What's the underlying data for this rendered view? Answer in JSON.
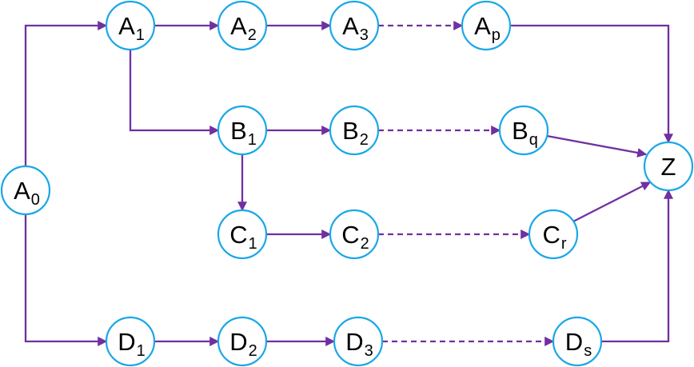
{
  "diagram": {
    "colors": {
      "node_border": "#1aa7e8",
      "edge": "#7030a0",
      "text": "#000000",
      "background": "#ffffff"
    },
    "nodes": [
      {
        "id": "A0",
        "base": "A",
        "sub": "0"
      },
      {
        "id": "A1",
        "base": "A",
        "sub": "1"
      },
      {
        "id": "A2",
        "base": "A",
        "sub": "2"
      },
      {
        "id": "A3",
        "base": "A",
        "sub": "3"
      },
      {
        "id": "Ap",
        "base": "A",
        "sub": "p"
      },
      {
        "id": "B1",
        "base": "B",
        "sub": "1"
      },
      {
        "id": "B2",
        "base": "B",
        "sub": "2"
      },
      {
        "id": "Bq",
        "base": "B",
        "sub": "q"
      },
      {
        "id": "C1",
        "base": "C",
        "sub": "1"
      },
      {
        "id": "C2",
        "base": "C",
        "sub": "2"
      },
      {
        "id": "Cr",
        "base": "C",
        "sub": "r"
      },
      {
        "id": "D1",
        "base": "D",
        "sub": "1"
      },
      {
        "id": "D2",
        "base": "D",
        "sub": "2"
      },
      {
        "id": "D3",
        "base": "D",
        "sub": "3"
      },
      {
        "id": "Ds",
        "base": "D",
        "sub": "s"
      },
      {
        "id": "Z",
        "base": "Z",
        "sub": ""
      }
    ],
    "edges": [
      {
        "from": "A0",
        "to": "A1",
        "style": "solid"
      },
      {
        "from": "A1",
        "to": "A2",
        "style": "solid"
      },
      {
        "from": "A2",
        "to": "A3",
        "style": "solid"
      },
      {
        "from": "A3",
        "to": "Ap",
        "style": "dashed"
      },
      {
        "from": "Ap",
        "to": "Z",
        "style": "solid"
      },
      {
        "from": "A1",
        "to": "B1",
        "style": "solid"
      },
      {
        "from": "B1",
        "to": "B2",
        "style": "solid"
      },
      {
        "from": "B2",
        "to": "Bq",
        "style": "dashed"
      },
      {
        "from": "Bq",
        "to": "Z",
        "style": "solid"
      },
      {
        "from": "B1",
        "to": "C1",
        "style": "solid"
      },
      {
        "from": "C1",
        "to": "C2",
        "style": "solid"
      },
      {
        "from": "C2",
        "to": "Cr",
        "style": "dashed"
      },
      {
        "from": "Cr",
        "to": "Z",
        "style": "solid"
      },
      {
        "from": "A0",
        "to": "D1",
        "style": "solid"
      },
      {
        "from": "D1",
        "to": "D2",
        "style": "solid"
      },
      {
        "from": "D2",
        "to": "D3",
        "style": "solid"
      },
      {
        "from": "D3",
        "to": "Ds",
        "style": "dashed"
      },
      {
        "from": "Ds",
        "to": "Z",
        "style": "solid"
      }
    ]
  }
}
